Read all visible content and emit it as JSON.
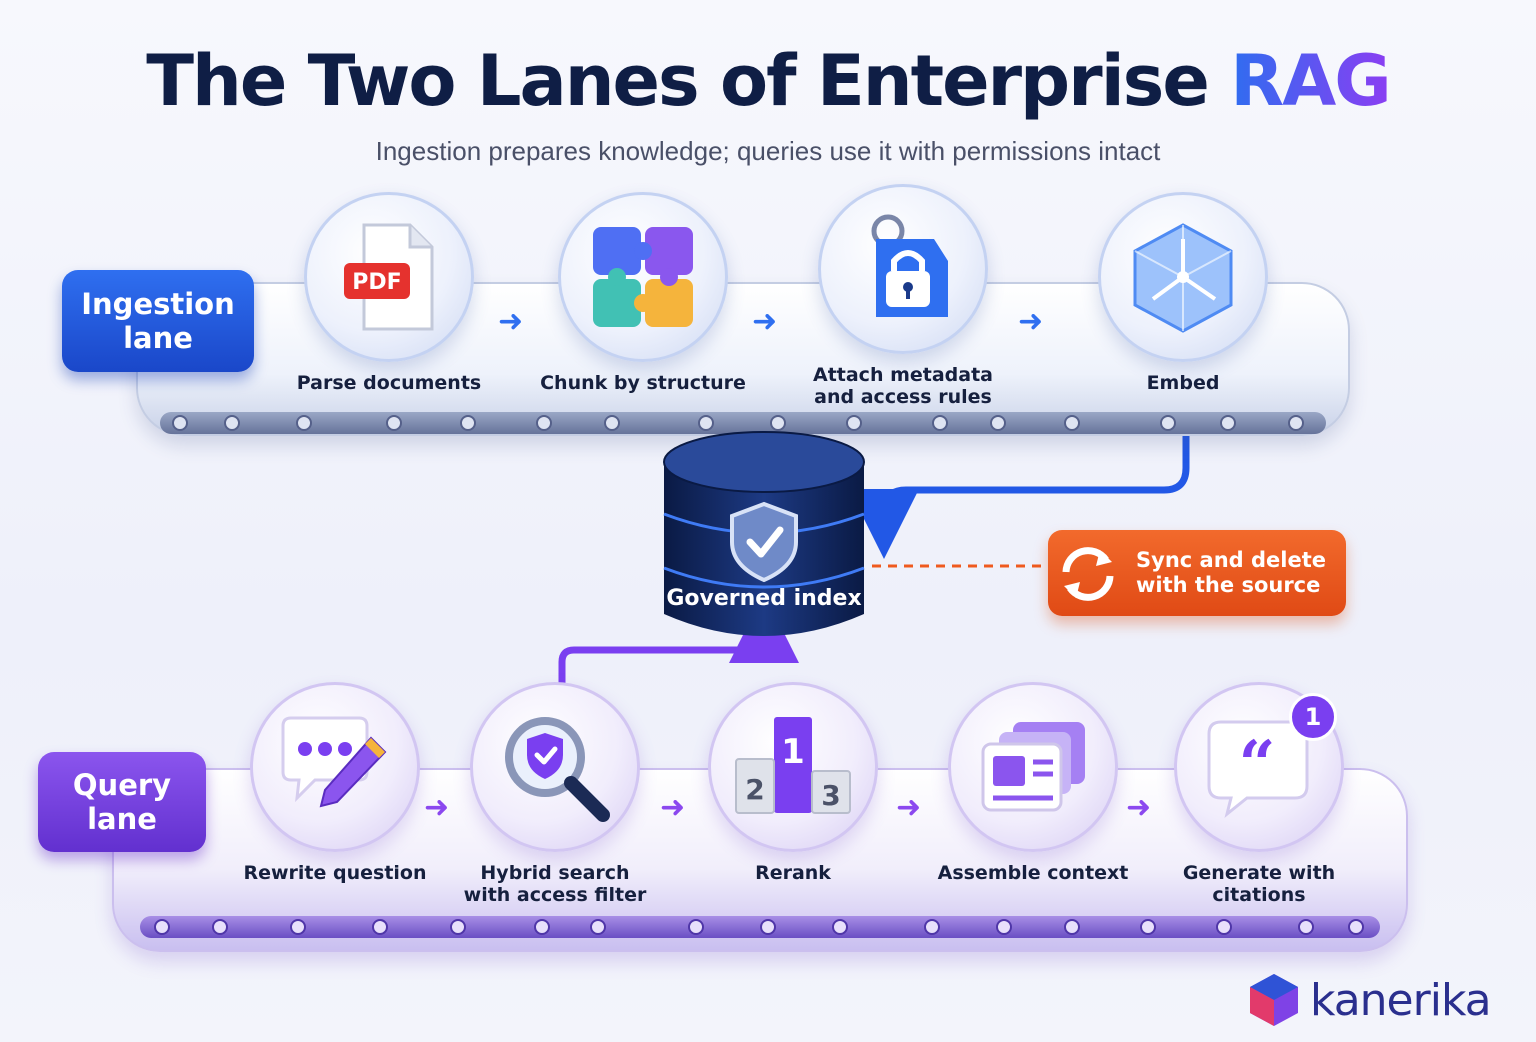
{
  "title": {
    "main": "The Two Lanes of Enterprise",
    "accent": "RAG"
  },
  "subtitle": "Ingestion prepares knowledge; queries use it with permissions intact",
  "ingestion": {
    "lane_label": "Ingestion\nlane",
    "steps": [
      {
        "label": "Parse documents",
        "icon": "pdf-document-icon",
        "icon_text": "PDF"
      },
      {
        "label": "Chunk by structure",
        "icon": "puzzle-icon"
      },
      {
        "label": "Attach metadata\nand access rules",
        "icon": "lock-tag-icon"
      },
      {
        "label": "Embed",
        "icon": "vector-cube-icon"
      }
    ]
  },
  "index": {
    "label": "Governed index",
    "icon": "shield-check-icon"
  },
  "sync": {
    "label": "Sync and delete\nwith the source",
    "icon": "sync-icon"
  },
  "query": {
    "lane_label": "Query\nlane",
    "steps": [
      {
        "label": "Rewrite question",
        "icon": "chat-pencil-icon"
      },
      {
        "label": "Hybrid search\nwith access filter",
        "icon": "magnifier-shield-icon"
      },
      {
        "label": "Rerank",
        "icon": "podium-icon",
        "ranks": [
          "1",
          "2",
          "3"
        ]
      },
      {
        "label": "Assemble context",
        "icon": "cards-icon"
      },
      {
        "label": "Generate with\ncitations",
        "icon": "quote-bubble-icon",
        "badge": "1"
      }
    ]
  },
  "brand": {
    "name": "kanerika",
    "icon": "kanerika-logo-icon"
  },
  "colors": {
    "ingestion_blue": "#2f6ff0",
    "query_purple": "#7a3ff0",
    "index_navy": "#0f2350",
    "sync_orange": "#ef5a1e",
    "title_navy": "#0f1e45"
  }
}
